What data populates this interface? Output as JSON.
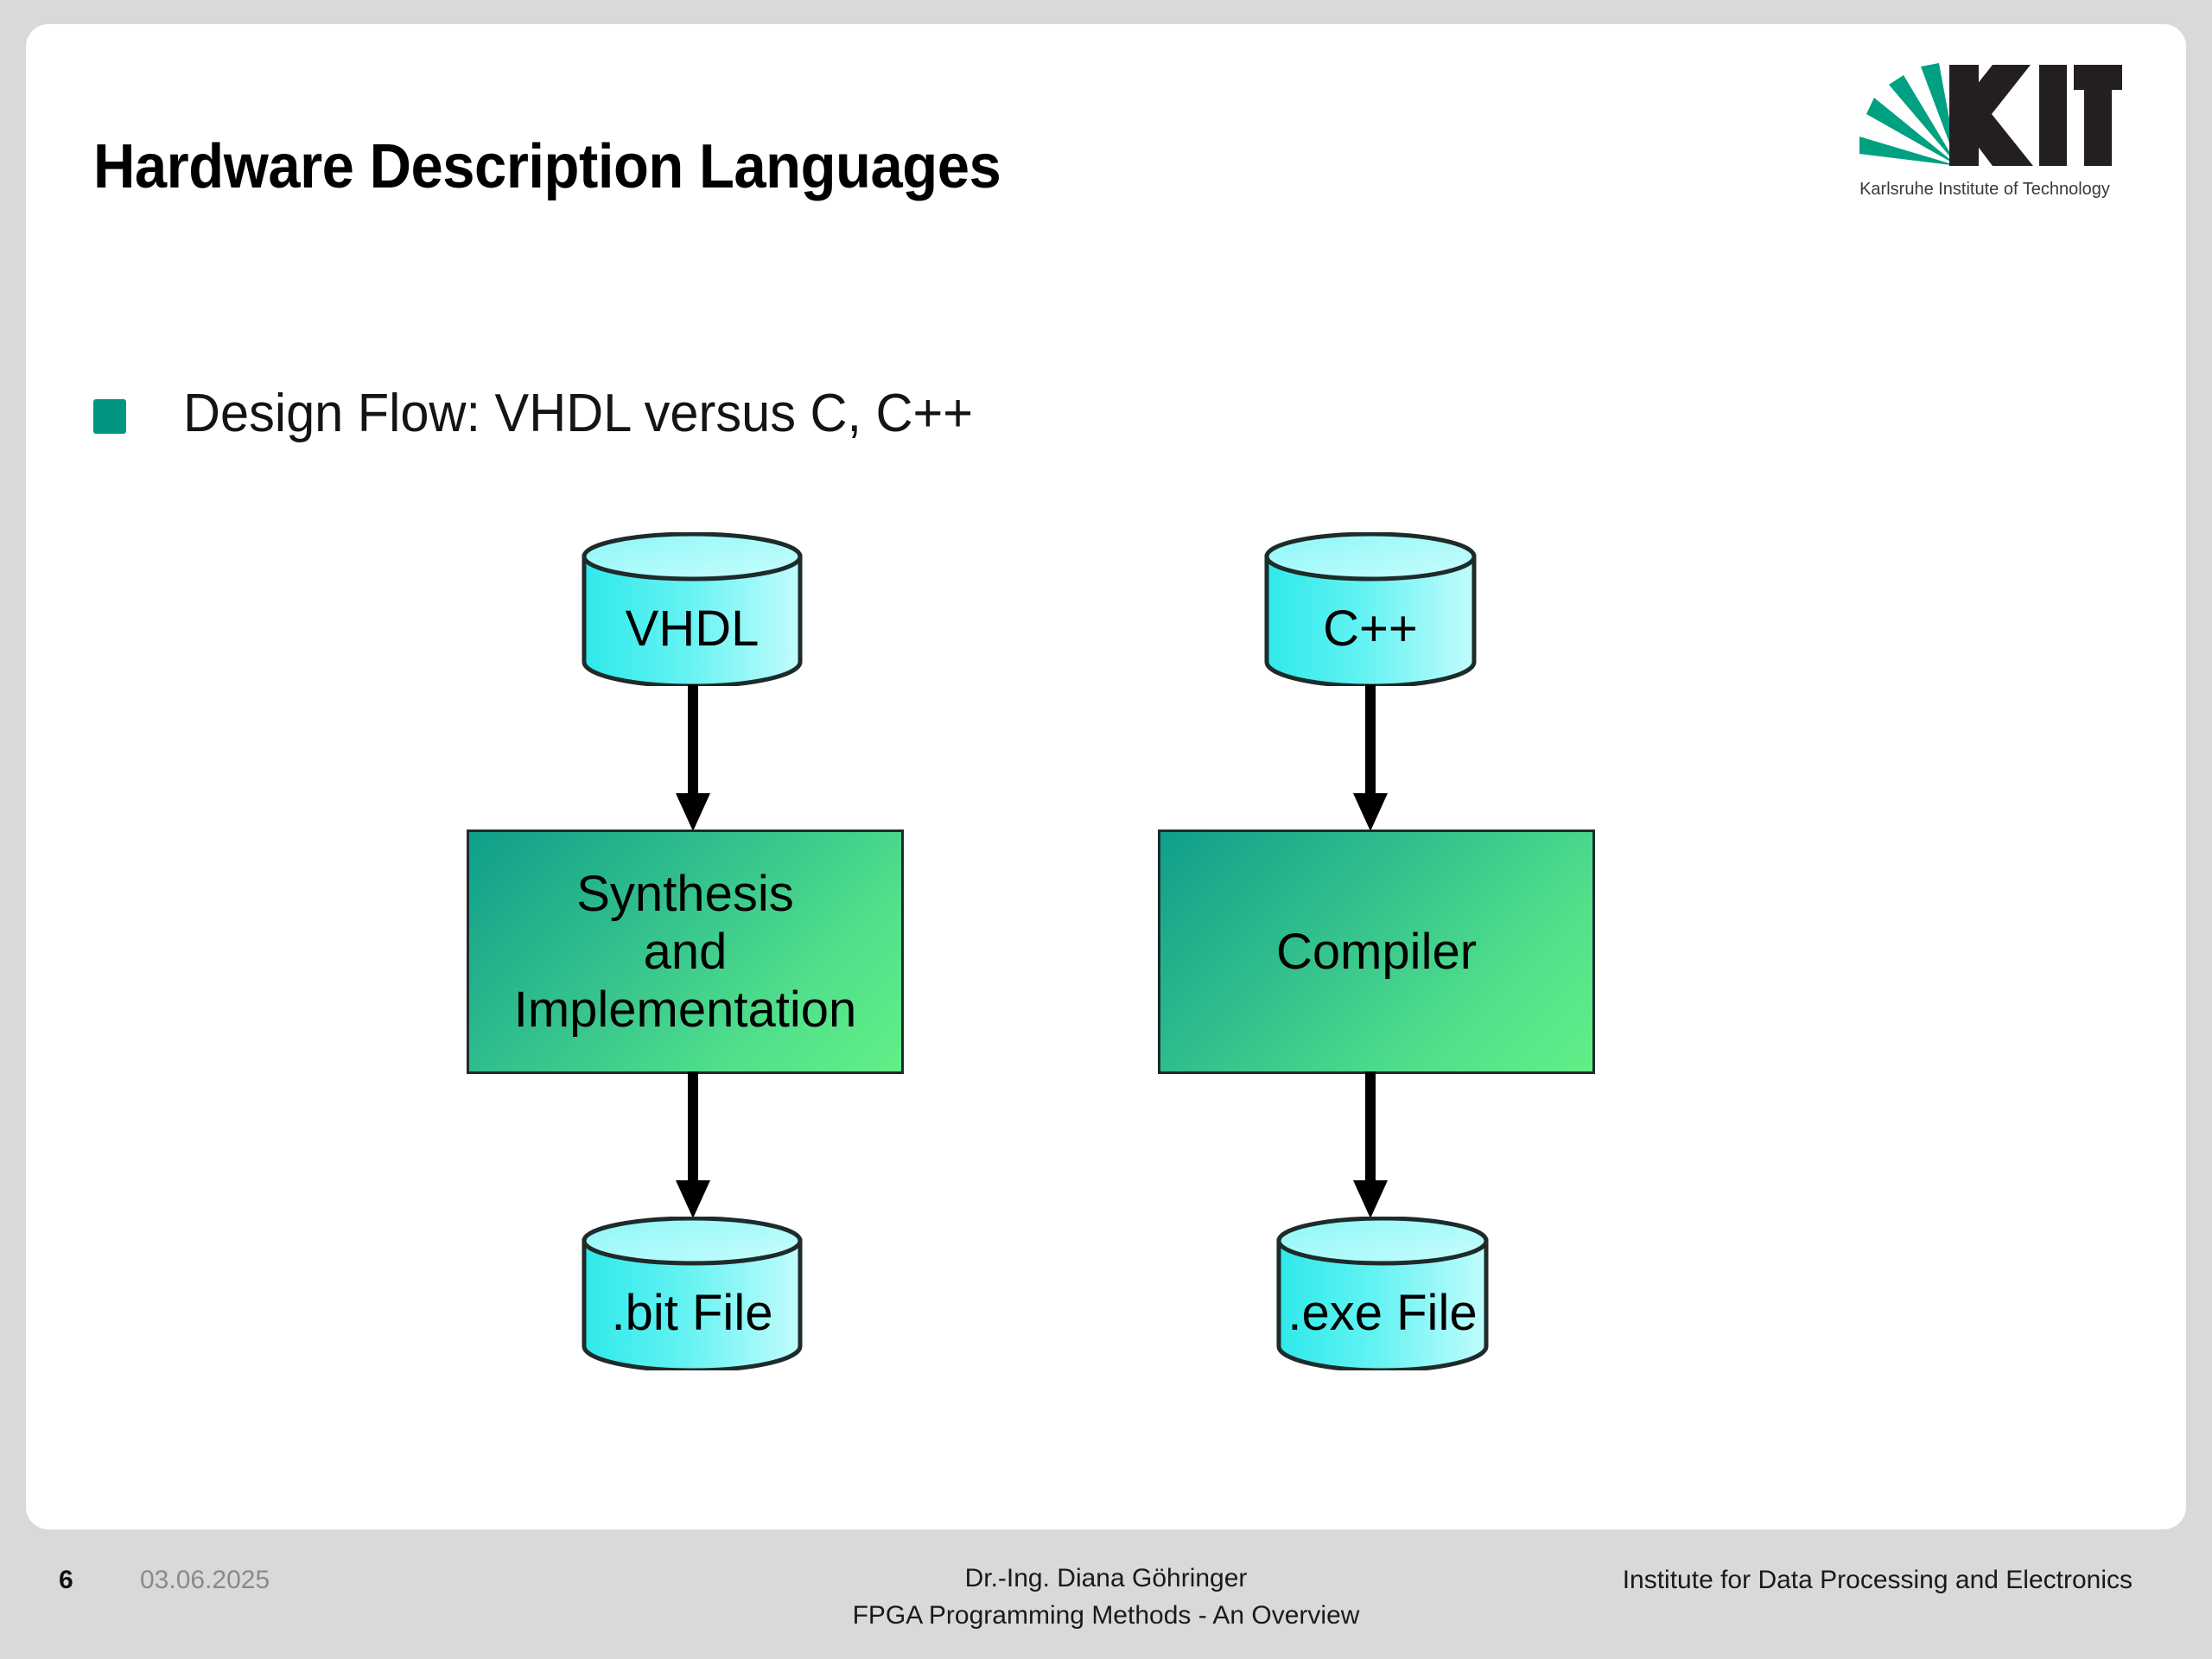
{
  "slide": {
    "title": "Hardware Description Languages",
    "bullet": {
      "icon": "green-square-bullet",
      "text": "Design Flow: VHDL versus C, C++"
    },
    "background_color": "#d9d9d9",
    "card_color": "#ffffff",
    "accent_color": "#009682"
  },
  "logo": {
    "name": "kit-logo",
    "letters": "KIT",
    "subtitle": "Karlsruhe Institute of Technology",
    "ray_color": "#00a082",
    "letter_color": "#231f20"
  },
  "diagram": {
    "type": "flowchart",
    "columns": [
      {
        "name": "vhdl-flow",
        "source": {
          "shape": "cylinder",
          "label": "VHDL"
        },
        "process": {
          "shape": "rect",
          "label": "Synthesis\nand\nImplementation"
        },
        "output": {
          "shape": "cylinder",
          "label": ".bit File"
        }
      },
      {
        "name": "cpp-flow",
        "source": {
          "shape": "cylinder",
          "label": "C++"
        },
        "process": {
          "shape": "rect",
          "label": "Compiler"
        },
        "output": {
          "shape": "cylinder",
          "label": ".exe File"
        }
      }
    ],
    "colors": {
      "cylinder_fill_dark": "#3ef0f0",
      "cylinder_fill_light": "#b9fbfb",
      "box_fill_dark": "#0f9e8a",
      "box_fill_light": "#62ef87",
      "stroke": "#1d2b2b",
      "arrow": "#000000"
    }
  },
  "footer": {
    "page_number": "6",
    "date": "03.06.2025",
    "presenter": "Dr.-Ing. Diana Göhringer",
    "course": "FPGA Programming Methods - An Overview",
    "institute": "Institute for Data Processing and Electronics"
  }
}
